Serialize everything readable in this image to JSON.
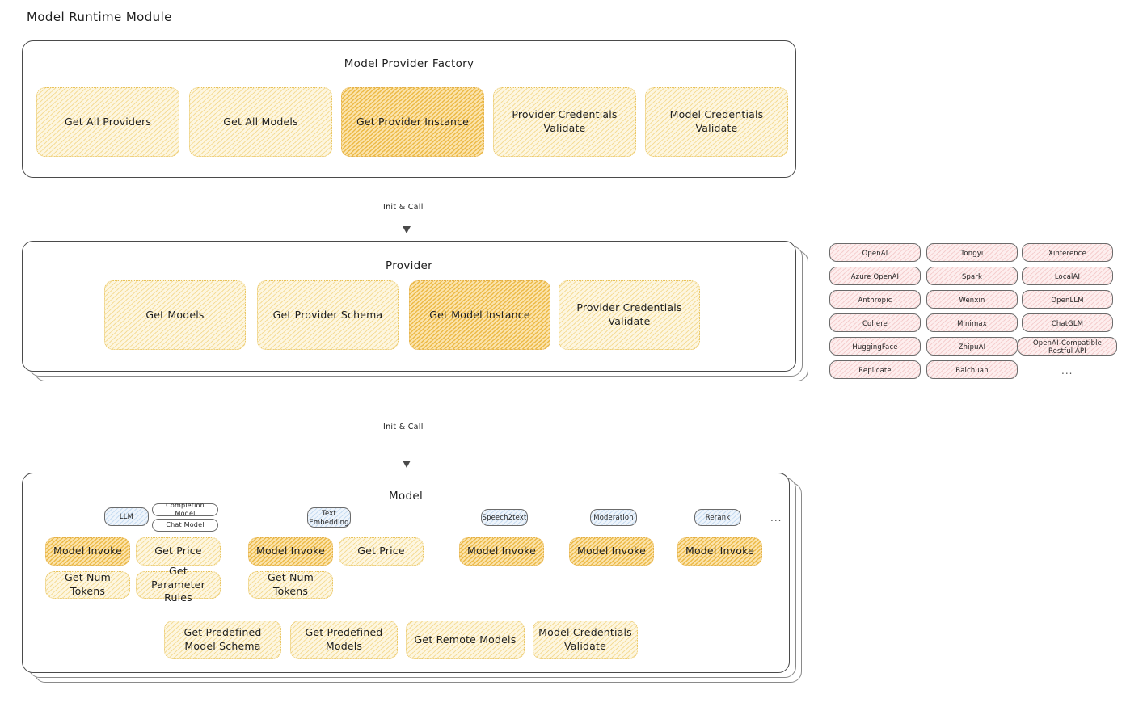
{
  "page": {
    "title": "Model Runtime Module",
    "background": "#ffffff",
    "accent_light": "#fdf6e0",
    "accent_strong": "#fbe3ab",
    "pill_color": "#fdeeee",
    "badge_color": "#eef4fb"
  },
  "factory": {
    "label": "Model Provider Factory",
    "boxes": [
      {
        "label": "Get All Providers",
        "emphasis": "light"
      },
      {
        "label": "Get All Models",
        "emphasis": "light"
      },
      {
        "label": "Get Provider Instance",
        "emphasis": "strong"
      },
      {
        "label": "Provider Credentials Validate",
        "emphasis": "light"
      },
      {
        "label": "Model Credentials Validate",
        "emphasis": "light"
      }
    ]
  },
  "arrows": [
    {
      "label": "Init & Call"
    },
    {
      "label": "Init & Call"
    }
  ],
  "provider": {
    "label": "Provider",
    "boxes": [
      {
        "label": "Get Models",
        "emphasis": "light"
      },
      {
        "label": "Get Provider Schema",
        "emphasis": "light"
      },
      {
        "label": "Get Model Instance",
        "emphasis": "strong"
      },
      {
        "label": "Provider Credentials Validate",
        "emphasis": "light"
      }
    ]
  },
  "provider_list": {
    "columns": [
      [
        "OpenAI",
        "Azure OpenAI",
        "Anthropic",
        "Cohere",
        "HuggingFace",
        "Replicate"
      ],
      [
        "Tongyi",
        "Spark",
        "Wenxin",
        "Minimax",
        "ZhipuAI",
        "Baichuan"
      ],
      [
        "Xinference",
        "LocalAI",
        "OpenLLM",
        "ChatGLM",
        "OpenAI-Compatible Restful API"
      ]
    ],
    "more": "..."
  },
  "model": {
    "label": "Model",
    "more": "...",
    "types": [
      {
        "name": "LLM",
        "subtypes": [
          "Completion Model",
          "Chat Model"
        ],
        "methods_row1": [
          {
            "label": "Model Invoke",
            "emphasis": "strong"
          },
          {
            "label": "Get Price",
            "emphasis": "light"
          }
        ],
        "methods_row2": [
          {
            "label": "Get Num Tokens",
            "emphasis": "light"
          },
          {
            "label": "Get Parameter Rules",
            "emphasis": "light"
          }
        ]
      },
      {
        "name": "Text Embedding",
        "subtypes": [],
        "methods_row1": [
          {
            "label": "Model Invoke",
            "emphasis": "strong"
          },
          {
            "label": "Get Price",
            "emphasis": "light"
          }
        ],
        "methods_row2": [
          {
            "label": "Get Num Tokens",
            "emphasis": "light"
          }
        ]
      },
      {
        "name": "Speech2text",
        "subtypes": [],
        "methods_row1": [
          {
            "label": "Model Invoke",
            "emphasis": "strong"
          }
        ],
        "methods_row2": []
      },
      {
        "name": "Moderation",
        "subtypes": [],
        "methods_row1": [
          {
            "label": "Model Invoke",
            "emphasis": "strong"
          }
        ],
        "methods_row2": []
      },
      {
        "name": "Rerank",
        "subtypes": [],
        "methods_row1": [
          {
            "label": "Model Invoke",
            "emphasis": "strong"
          }
        ],
        "methods_row2": []
      }
    ],
    "shared_methods": [
      {
        "label": "Get Predefined Model Schema",
        "emphasis": "light"
      },
      {
        "label": "Get Predefined Models",
        "emphasis": "light"
      },
      {
        "label": "Get Remote Models",
        "emphasis": "light"
      },
      {
        "label": "Model Credentials Validate",
        "emphasis": "light"
      }
    ]
  }
}
